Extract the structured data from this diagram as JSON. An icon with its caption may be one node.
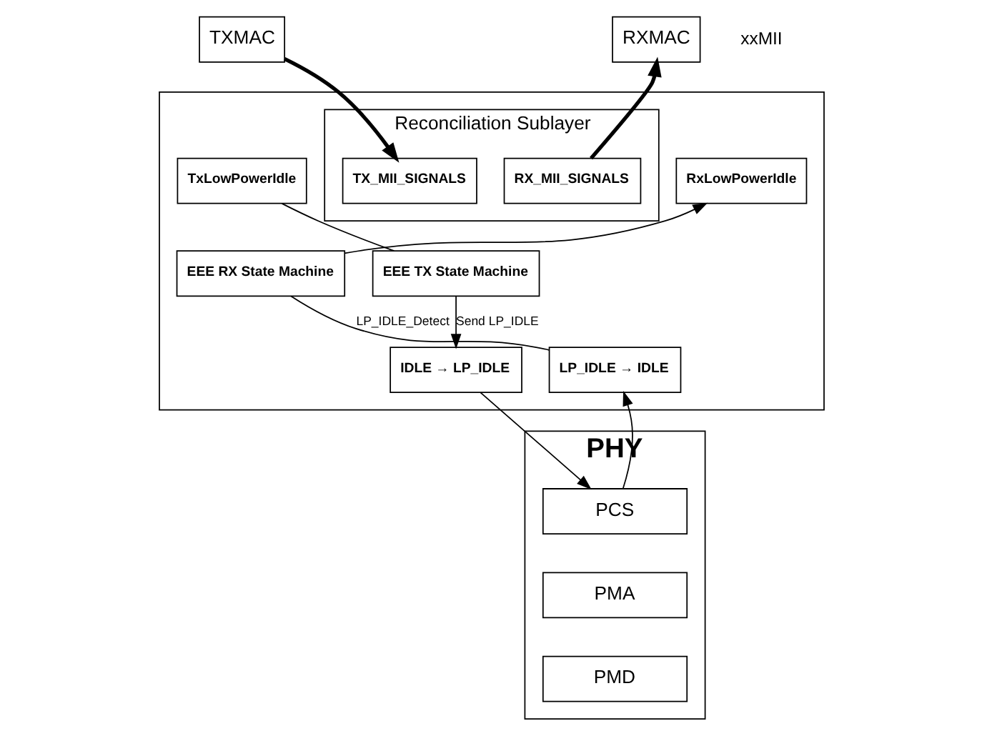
{
  "diagram": {
    "nodes": [
      {
        "text": [
          "TXMAC"
        ]
      },
      {
        "text": [
          "RXMAC"
        ]
      },
      {
        "text": [],
        "shape": "box"
      },
      {
        "text": [
          "Reconciliation Sublayer"
        ],
        "in": 2
      },
      {
        "text": [
          "TxLowPowerIdle"
        ],
        "in": 2
      },
      {
        "text": [
          "EEE TX State Machine"
        ],
        "in": 2
      },
      {
        "text": [
          "TX_MII_SIGNALS"
        ],
        "in": 3
      },
      {
        "text": [
          "RX_MII_SIGNALS"
        ],
        "in": 3
      },
      {
        "text": [
          "RxLowPowerIdle"
        ],
        "in": 2
      },
      {
        "text": [
          "EEE RX State Machine"
        ],
        "in": 2
      },
      {
        "text": [
          "IDLE → LP_IDLE"
        ],
        "in": 2
      },
      {
        "text": [
          "LP_IDLE → IDLE"
        ],
        "in": 2
      },
      {
        "text": [
          "PHY"
        ]
      },
      {
        "text": [
          "PCS"
        ],
        "in": 12
      },
      {
        "text": [
          "PMA"
        ],
        "in": 12
      },
      {
        "text": [
          "PMD"
        ],
        "in": 12
      }
    ],
    "edges": [
      {
        "from": 0,
        "to": 6,
        "arrow": "to",
        "style": "thick"
      },
      {
        "from": 7,
        "to": 1,
        "arrow": "to",
        "style": "thick"
      },
      {
        "from": 4,
        "to": 5,
        "arrow": "none"
      },
      {
        "from": 5,
        "to": 10,
        "arrow": "to",
        "label": "Send LP_IDLE"
      },
      {
        "from": 9,
        "to": 8,
        "arrow": "to"
      },
      {
        "from": 11,
        "to": 9,
        "arrow": "none",
        "label": "LP_IDLE_Detect"
      },
      {
        "from": 10,
        "to": 13,
        "arrow": "to"
      },
      {
        "from": 13,
        "to": 11,
        "arrow": "to"
      }
    ],
    "labels": [
      "xxMII"
    ]
  }
}
